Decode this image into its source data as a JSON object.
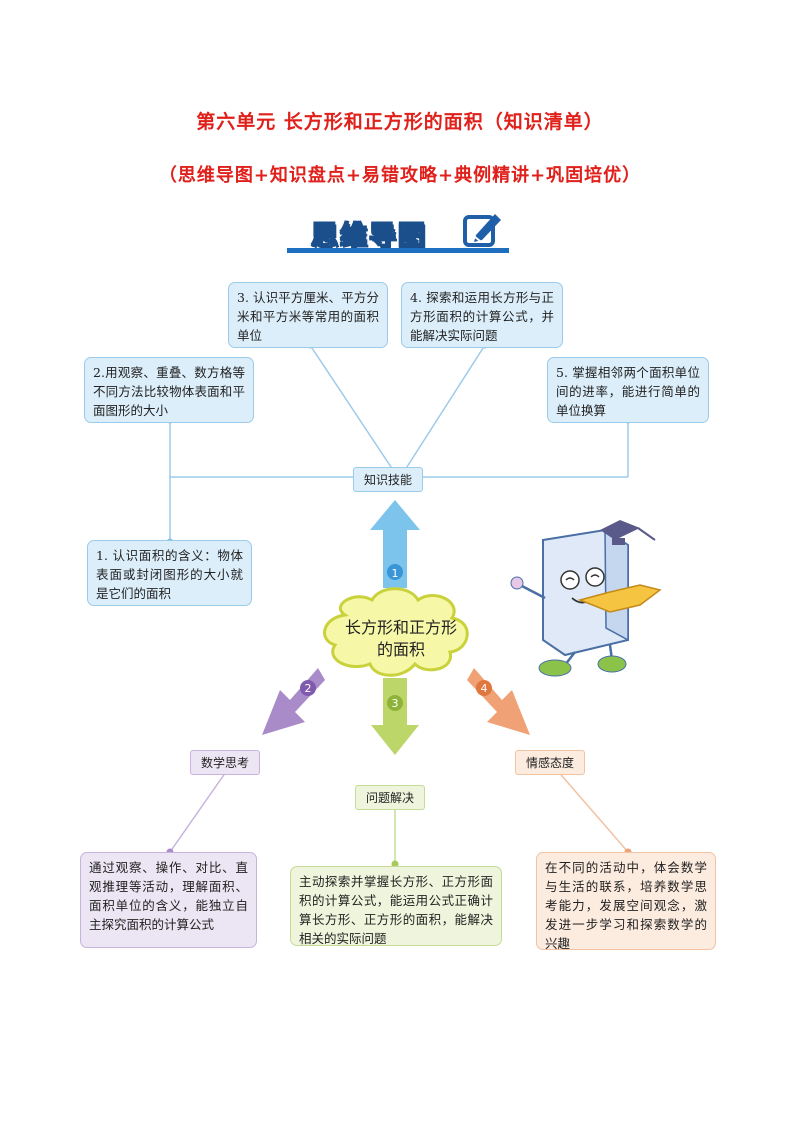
{
  "header": {
    "title": "第六单元  长方形和正方形的面积（知识清单）",
    "subtitle": "（思维导图+知识盘点+易错攻略+典例精讲+巩固培优）"
  },
  "banner": {
    "text": "思维导图",
    "icon": "pencil-edit-icon"
  },
  "mindmap": {
    "center": "长方形和正方形的面积",
    "branches": {
      "skills": {
        "label": "知识技能",
        "number": "1",
        "color": "#7cc4ec",
        "items": [
          "1. 认识面积的含义：物体表面或封闭图形的大小就是它们的面积",
          "2.用观察、重叠、数方格等不同方法比较物体表面和平面图形的大小",
          "3. 认识平方厘米、平方分米和平方米等常用的面积单位",
          "4. 探索和运用长方形与正方形面积的计算公式，并能解决实际问题",
          "5. 掌握相邻两个面积单位间的进率，能进行简单的单位换算"
        ]
      },
      "thinking": {
        "label": "数学思考",
        "number": "2",
        "color": "#a98bc9",
        "text": "通过观察、操作、对比、直观推理等活动，理解面积、面积单位的含义，能独立自主探究面积的计算公式"
      },
      "problem": {
        "label": "问题解决",
        "number": "3",
        "color": "#bcd66a",
        "text": "主动探索并掌握长方形、正方形面积的计算公式，能运用公式正确计算长方形、正方形的面积，能解决相关的实际问题"
      },
      "attitude": {
        "label": "情感态度",
        "number": "4",
        "color": "#f0a175",
        "text": "在不同的活动中，体会数学与生活的联系，培养数学思考能力，发展空间观念，激发进一步学习和探索数学的兴趣"
      }
    }
  }
}
